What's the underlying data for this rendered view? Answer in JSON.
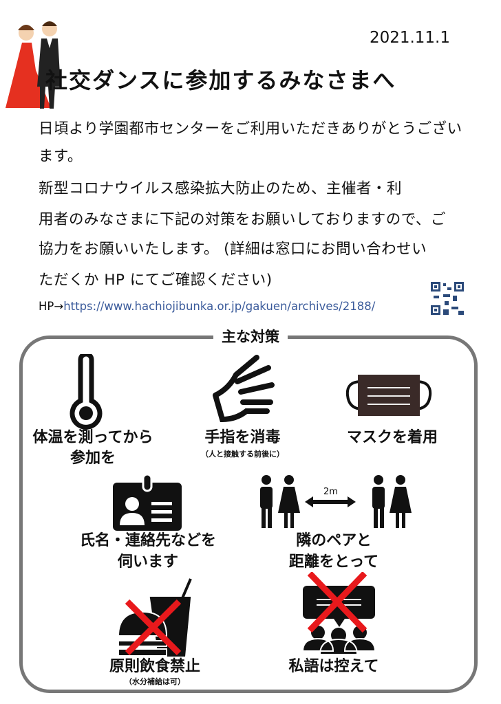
{
  "date": "2021.11.1",
  "title": "社交ダンスに参加するみなさまへ",
  "body_lines": [
    "日頃より学園都市センターをご利用いただきありがとうござい",
    "ます。",
    "新型コロナウイルス感染拡大防止のため、主催者・利",
    "用者のみなさまに下記の対策をお願いしておりますので、ご",
    "協力をお願いいたします。 (詳細は窓口にお問い合わせい",
    "ただくか HP にてご確認ください)"
  ],
  "hp_prefix": "HP→",
  "hp_url": "https://www.hachiojibunka.or.jp/gakuen/archives/2188/",
  "section_title": "主な対策",
  "measures": [
    {
      "line1": "体温を測ってから",
      "line2": "参加を",
      "icon": "thermometer-icon"
    },
    {
      "line1": "手指を消毒",
      "note": "（人と接触する前後に）",
      "icon": "hand-sanitize-icon"
    },
    {
      "line1": "マスクを着用",
      "icon": "mask-icon"
    },
    {
      "line1": "氏名・連絡先などを",
      "line2": "伺います",
      "icon": "id-card-icon"
    },
    {
      "line1": "隣のペアと",
      "line2": "距離をとって",
      "distance": "2m",
      "icon": "distance-pairs-icon"
    },
    {
      "line1": "原則飲食禁止",
      "note": "（水分補給は可）",
      "icon": "no-eating-icon"
    },
    {
      "line1": "私語は控えて",
      "icon": "no-talking-icon"
    }
  ],
  "colors": {
    "link": "#3b5b9b",
    "cross": "#e8191c",
    "border": "#777777"
  }
}
